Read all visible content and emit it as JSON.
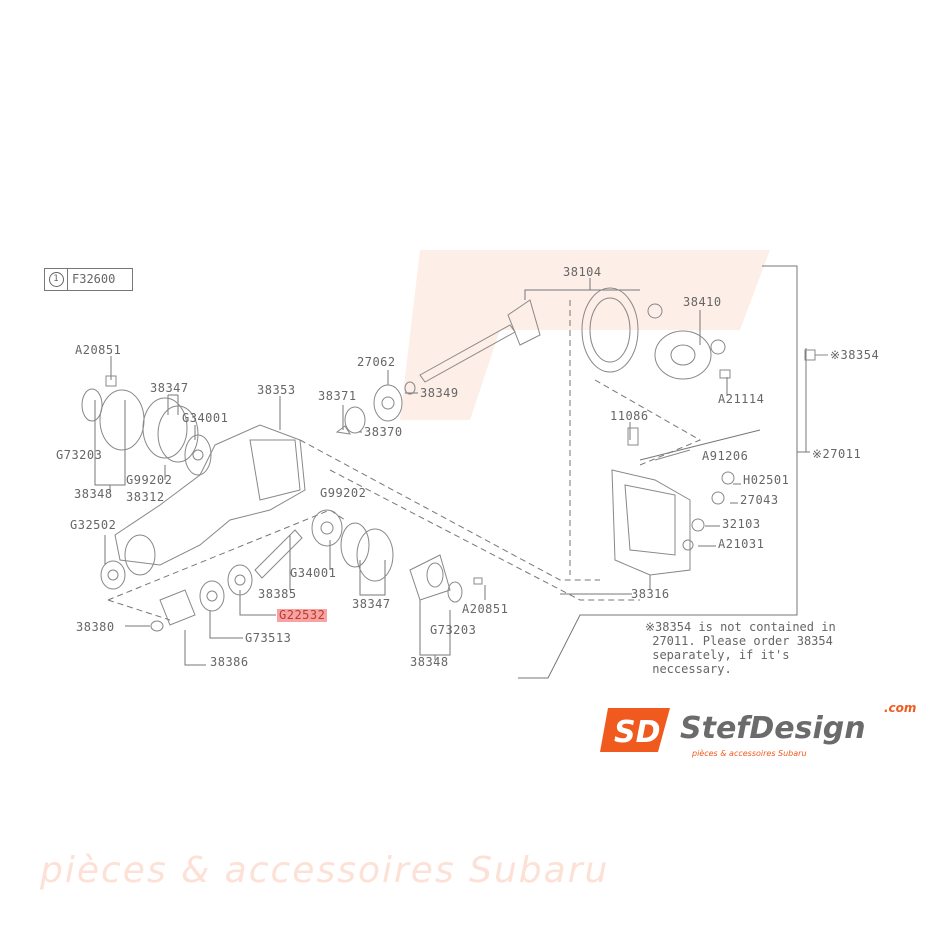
{
  "reference": {
    "marker": "1",
    "code": "F32600"
  },
  "labels": {
    "a20851_left": "A20851",
    "p38347_left": "38347",
    "g34001_left": "G34001",
    "p38353": "38353",
    "p38371": "38371",
    "p27062": "27062",
    "p38349": "38349",
    "p38370": "38370",
    "p38104": "38104",
    "p38410": "38410",
    "p38354": "※38354",
    "a21114": "A21114",
    "p11086": "11086",
    "a91206": "A91206",
    "p27011": "※27011",
    "h02501": "H02501",
    "p27043": "27043",
    "p32103": "32103",
    "a21031": "A21031",
    "p38316": "38316",
    "g73203_left": "G73203",
    "p38348_left": "38348",
    "g99202_left": "G99202",
    "p38312": "38312",
    "g32502": "G32502",
    "g99202_right": "G99202",
    "g34001_right": "G34001",
    "p38385": "38385",
    "g22532": "G22532",
    "p38347_right": "38347",
    "a20851_right": "A20851",
    "g73203_right": "G73203",
    "p38380": "38380",
    "g73513": "G73513",
    "p38386": "38386",
    "p38348_right": "38348"
  },
  "note": "※38354 is not contained in\n 27011. Please order 38354\n separately, if it's\n neccessary.",
  "watermark": "pièces & accessoires Subaru",
  "logo": {
    "brand": "StefDesign",
    "tld": ".com",
    "tagline": "pièces & accessoires Subaru",
    "mark": "SD"
  },
  "colors": {
    "line": "#777777",
    "highlight": "#f7a3a3",
    "brand": "#f05a1e"
  }
}
